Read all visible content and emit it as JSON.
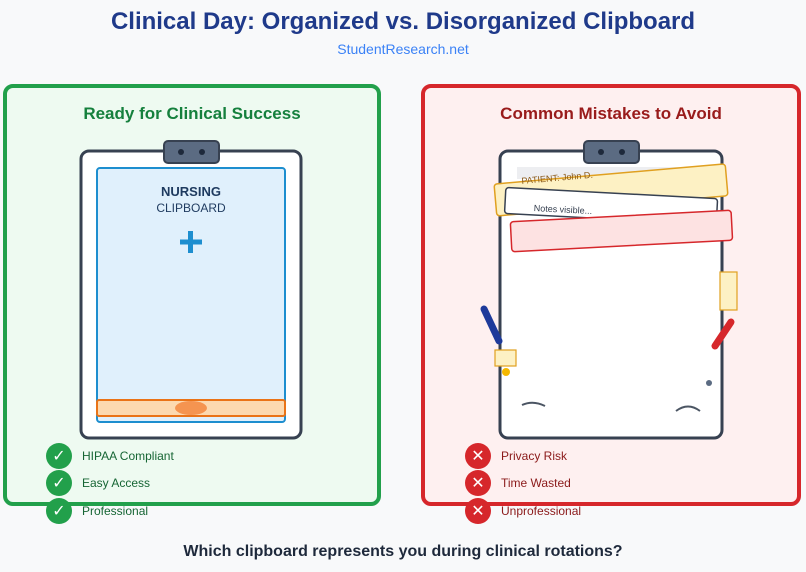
{
  "header": {
    "title": "Clinical Day: Organized vs. Disorganized Clipboard",
    "source": "StudentResearch.net"
  },
  "good_panel": {
    "title": "Ready for Clinical Success",
    "clipboard_heading": "NURSING",
    "clipboard_subheading": "CLIPBOARD",
    "checklist": [
      "HIPAA Compliant",
      "Easy Access",
      "Professional"
    ]
  },
  "bad_panel": {
    "title": "Common Mistakes to Avoid",
    "paper_patient": "PATIENT: John D.",
    "paper_notes": "Notes visible...",
    "checklist": [
      "Privacy Risk",
      "Time Wasted",
      "Unprofessional"
    ]
  },
  "footer": {
    "question": "Which clipboard represents you during clinical rotations?"
  },
  "colors": {
    "good_accent": "#22a04b",
    "bad_accent": "#d6272b",
    "title_blue": "#1f3a8a"
  }
}
